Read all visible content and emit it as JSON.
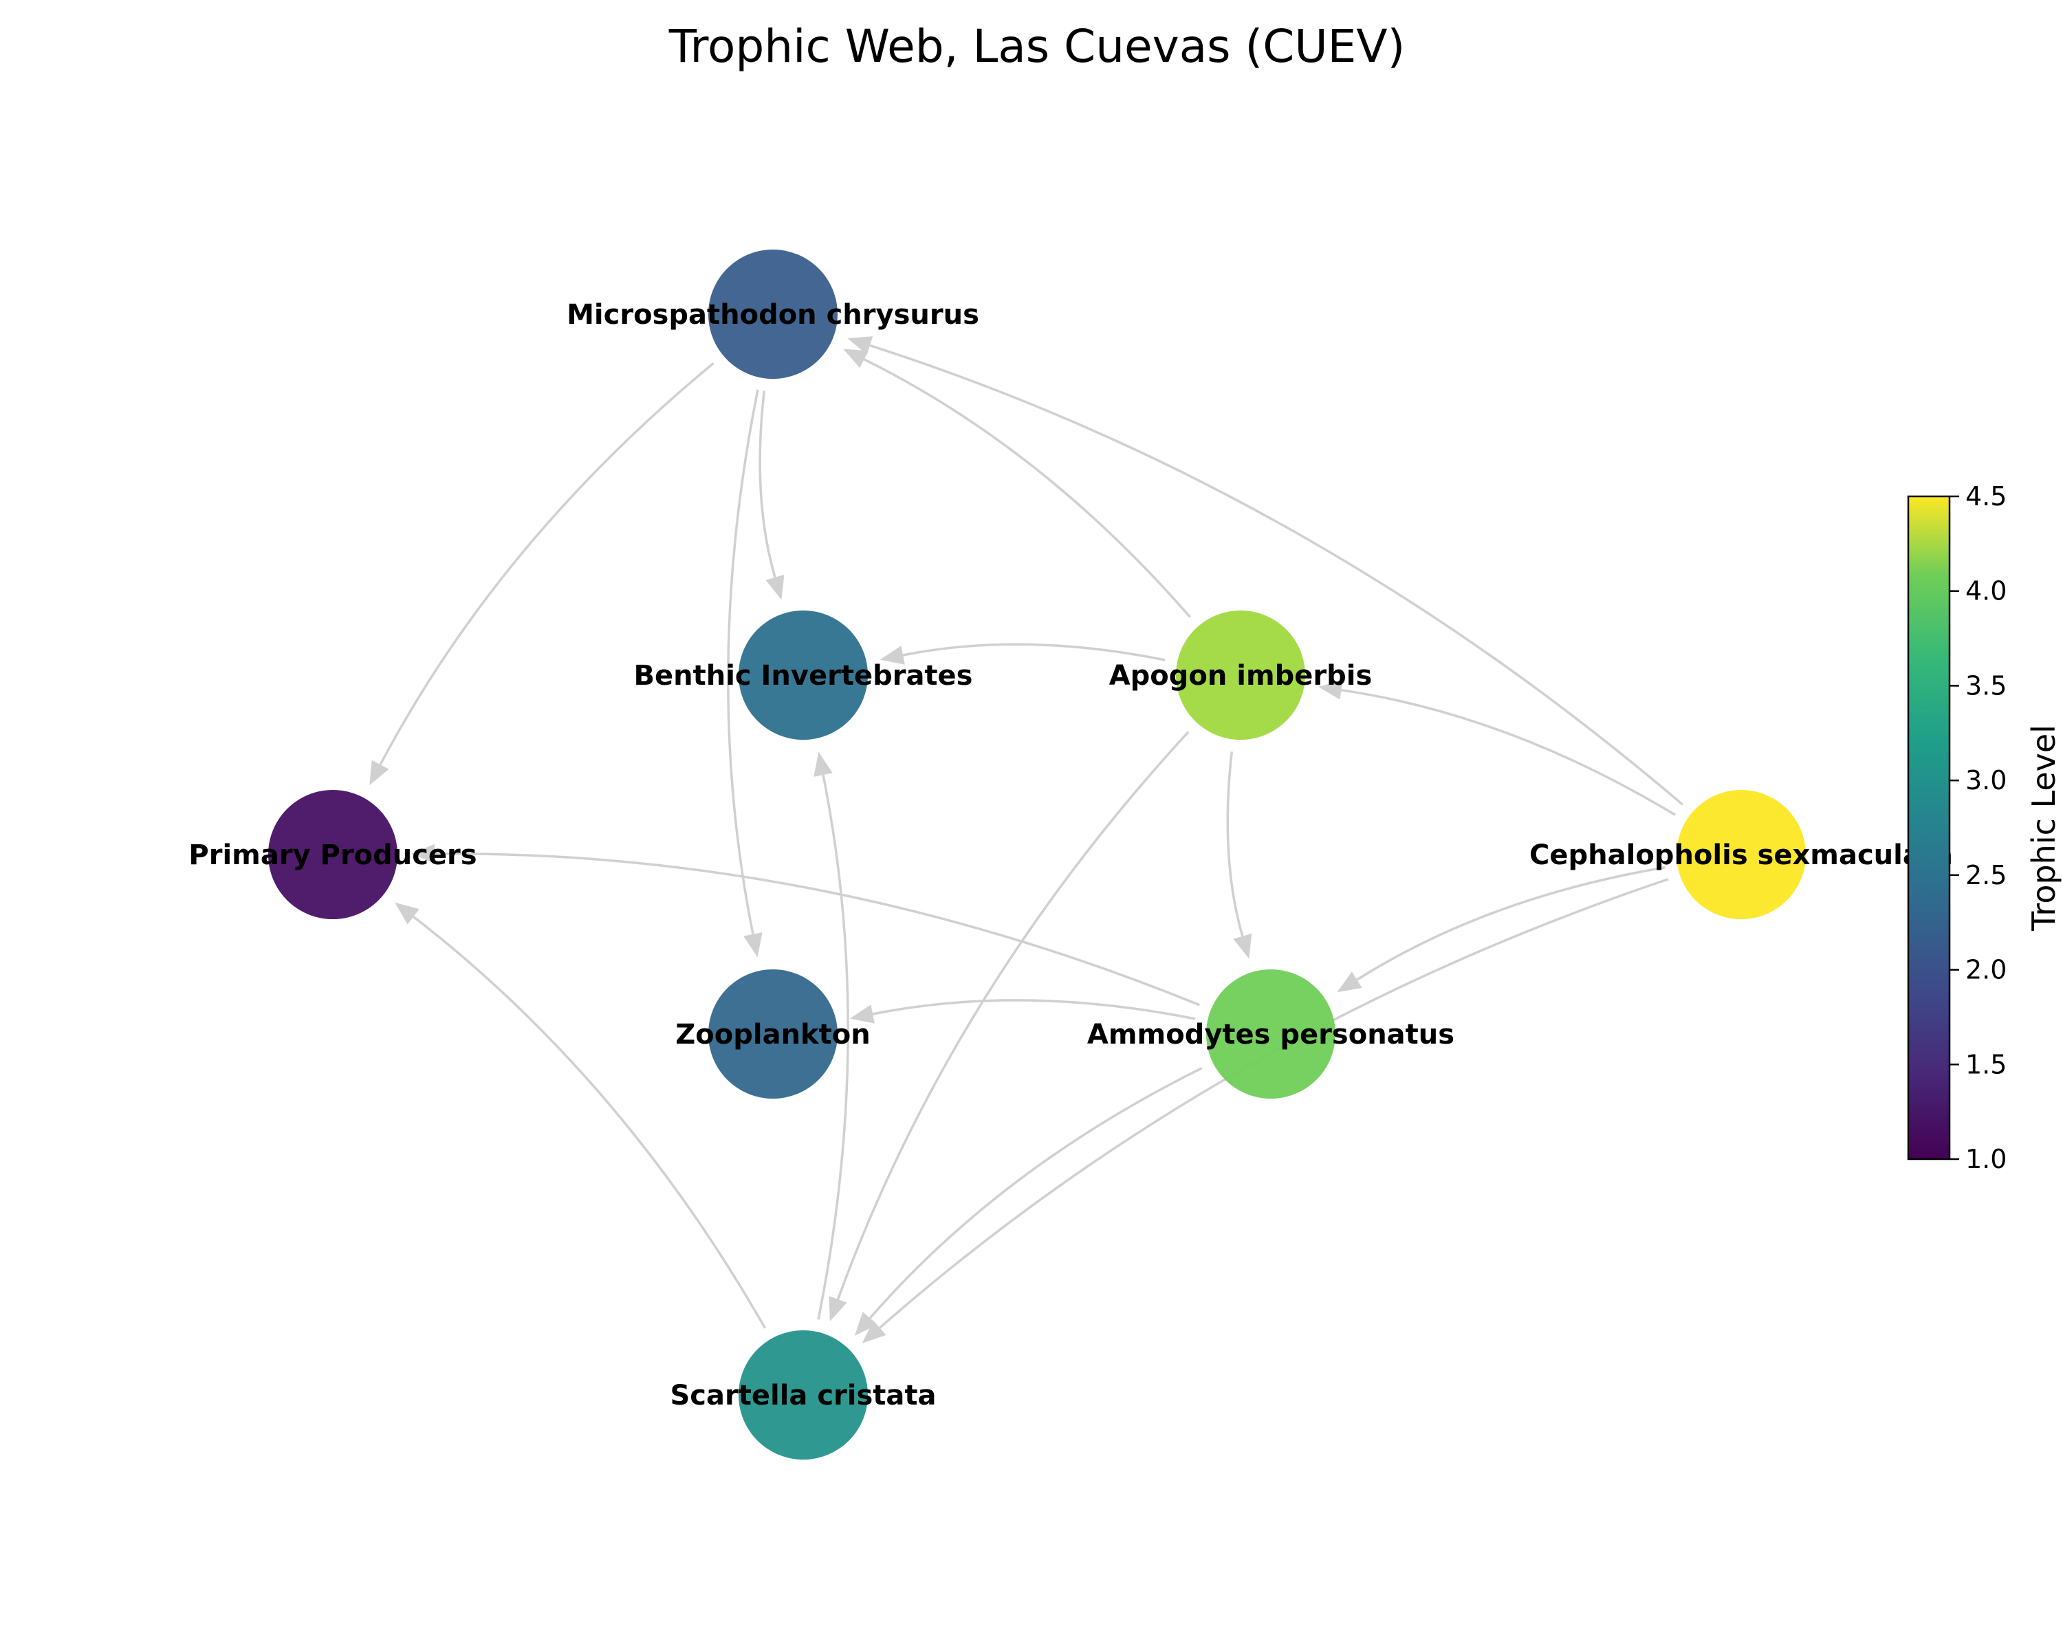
{
  "title": "Trophic Web, Las Cuevas (CUEV)",
  "colorbar": {
    "label": "Trophic Level",
    "min": 1.0,
    "max": 4.5,
    "ticks": [
      "1.0",
      "1.5",
      "2.0",
      "2.5",
      "3.0",
      "3.5",
      "4.0",
      "4.5"
    ],
    "colormap": "viridis"
  },
  "nodes": [
    {
      "id": "microspathodon",
      "label": "Microspathodon chrysurus",
      "trophic_level": 1.95,
      "color": "#3a5e8c"
    },
    {
      "id": "benthic",
      "label": "Benthic Invertebrates",
      "trophic_level": 2.4,
      "color": "#2e718e"
    },
    {
      "id": "apogon",
      "label": "Apogon imberbis",
      "trophic_level": 4.0,
      "color": "#a0d93e"
    },
    {
      "id": "primary",
      "label": "Primary Producers",
      "trophic_level": 1.0,
      "color": "#471164"
    },
    {
      "id": "cephalopholis",
      "label": "Cephalopholis sexmaculata",
      "trophic_level": 4.5,
      "color": "#fde725"
    },
    {
      "id": "zooplankton",
      "label": "Zooplankton",
      "trophic_level": 2.15,
      "color": "#33688d"
    },
    {
      "id": "ammodytes",
      "label": "Ammodytes personatus",
      "trophic_level": 3.7,
      "color": "#70cf57"
    },
    {
      "id": "scartella",
      "label": "Scartella cristata",
      "trophic_level": 2.9,
      "color": "#24948b"
    }
  ],
  "edges": [
    {
      "from": "microspathodon",
      "to": "primary"
    },
    {
      "from": "microspathodon",
      "to": "benthic"
    },
    {
      "from": "microspathodon",
      "to": "zooplankton"
    },
    {
      "from": "apogon",
      "to": "microspathodon"
    },
    {
      "from": "apogon",
      "to": "benthic"
    },
    {
      "from": "apogon",
      "to": "ammodytes"
    },
    {
      "from": "apogon",
      "to": "scartella"
    },
    {
      "from": "cephalopholis",
      "to": "microspathodon"
    },
    {
      "from": "cephalopholis",
      "to": "apogon"
    },
    {
      "from": "cephalopholis",
      "to": "ammodytes"
    },
    {
      "from": "cephalopholis",
      "to": "scartella"
    },
    {
      "from": "ammodytes",
      "to": "primary"
    },
    {
      "from": "ammodytes",
      "to": "zooplankton"
    },
    {
      "from": "ammodytes",
      "to": "scartella"
    },
    {
      "from": "scartella",
      "to": "primary"
    },
    {
      "from": "scartella",
      "to": "benthic"
    }
  ]
}
